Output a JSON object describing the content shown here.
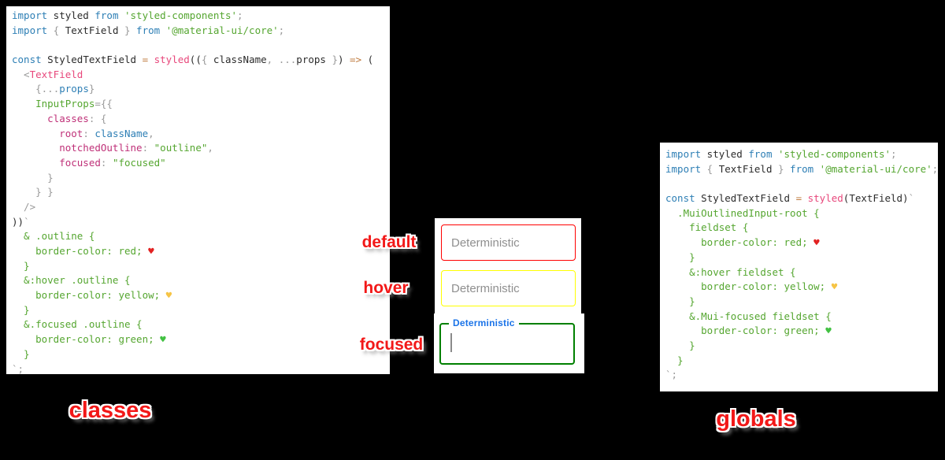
{
  "left_code": {
    "lines": [
      [
        [
          "kw",
          "import"
        ],
        [
          "t",
          " styled "
        ],
        [
          "kw",
          "from"
        ],
        [
          "s",
          " 'styled-components'"
        ],
        [
          "p",
          ";"
        ]
      ],
      [
        [
          "kw",
          "import"
        ],
        [
          "p",
          " { "
        ],
        [
          "t",
          "TextField"
        ],
        [
          "p",
          " } "
        ],
        [
          "kw",
          "from"
        ],
        [
          "s",
          " '@material-ui/core'"
        ],
        [
          "p",
          ";"
        ]
      ],
      [],
      [
        [
          "kw",
          "const"
        ],
        [
          "t",
          " StyledTextField "
        ],
        [
          "o",
          "="
        ],
        [
          "pk",
          " styled"
        ],
        [
          "t",
          "(("
        ],
        [
          "p",
          "{"
        ],
        [
          "t",
          " className"
        ],
        [
          "p",
          ","
        ],
        [
          "p",
          " ..."
        ],
        [
          "t",
          "props"
        ],
        [
          "p",
          " }"
        ],
        [
          "t",
          ")"
        ],
        [
          "o",
          " =>"
        ],
        [
          "t",
          " ("
        ]
      ],
      [
        [
          "p",
          "  <"
        ],
        [
          "pk",
          "TextField"
        ]
      ],
      [
        [
          "p",
          "    {"
        ],
        [
          "p",
          "..."
        ],
        [
          "v",
          "props"
        ],
        [
          "p",
          "}"
        ]
      ],
      [
        [
          "g",
          "    InputProps"
        ],
        [
          "p",
          "={{"
        ]
      ],
      [
        [
          "k",
          "      classes"
        ],
        [
          "p",
          ": {"
        ]
      ],
      [
        [
          "k",
          "        root"
        ],
        [
          "p",
          ": "
        ],
        [
          "v",
          "className"
        ],
        [
          "p",
          ","
        ]
      ],
      [
        [
          "k",
          "        notchedOutline"
        ],
        [
          "p",
          ": "
        ],
        [
          "s",
          "\"outline\""
        ],
        [
          "p",
          ","
        ]
      ],
      [
        [
          "k",
          "        focused"
        ],
        [
          "p",
          ": "
        ],
        [
          "s",
          "\"focused\""
        ]
      ],
      [
        [
          "p",
          "      }"
        ]
      ],
      [
        [
          "p",
          "    } }"
        ]
      ],
      [
        [
          "p",
          "  />"
        ]
      ],
      [
        [
          "t",
          "))"
        ],
        [
          "p",
          "`"
        ]
      ],
      [
        [
          "g",
          "  & .outline {"
        ]
      ],
      [
        [
          "g",
          "    border-color: red; "
        ],
        [
          "hr",
          "♥"
        ]
      ],
      [
        [
          "g",
          "  }"
        ]
      ],
      [
        [
          "g",
          "  &:hover .outline {"
        ]
      ],
      [
        [
          "g",
          "    border-color: yellow; "
        ],
        [
          "hy",
          "♥"
        ]
      ],
      [
        [
          "g",
          "  }"
        ]
      ],
      [
        [
          "g",
          "  &.focused .outline {"
        ]
      ],
      [
        [
          "g",
          "    border-color: green; "
        ],
        [
          "hg",
          "♥"
        ]
      ],
      [
        [
          "g",
          "  }"
        ]
      ],
      [
        [
          "p",
          "`;"
        ]
      ]
    ]
  },
  "right_code": {
    "lines": [
      [
        [
          "kw",
          "import"
        ],
        [
          "t",
          " styled "
        ],
        [
          "kw",
          "from"
        ],
        [
          "s",
          " 'styled-components'"
        ],
        [
          "p",
          ";"
        ]
      ],
      [
        [
          "kw",
          "import"
        ],
        [
          "p",
          " { "
        ],
        [
          "t",
          "TextField"
        ],
        [
          "p",
          " } "
        ],
        [
          "kw",
          "from"
        ],
        [
          "s",
          " '@material-ui/core'"
        ],
        [
          "p",
          ";"
        ]
      ],
      [],
      [
        [
          "kw",
          "const"
        ],
        [
          "t",
          " StyledTextField "
        ],
        [
          "o",
          "="
        ],
        [
          "pk",
          " styled"
        ],
        [
          "t",
          "(TextField)"
        ],
        [
          "p",
          "`"
        ]
      ],
      [
        [
          "g",
          "  .MuiOutlinedInput-root {"
        ]
      ],
      [
        [
          "g",
          "    fieldset {"
        ]
      ],
      [
        [
          "g",
          "      border-color: red; "
        ],
        [
          "hr",
          "♥"
        ]
      ],
      [
        [
          "g",
          "    }"
        ]
      ],
      [
        [
          "g",
          "    &:hover fieldset {"
        ]
      ],
      [
        [
          "g",
          "      border-color: yellow; "
        ],
        [
          "hy",
          "♥"
        ]
      ],
      [
        [
          "g",
          "    }"
        ]
      ],
      [
        [
          "g",
          "    &.Mui-focused fieldset {"
        ]
      ],
      [
        [
          "g",
          "      border-color: green; "
        ],
        [
          "hg",
          "♥"
        ]
      ],
      [
        [
          "g",
          "    }"
        ]
      ],
      [
        [
          "g",
          "  }"
        ]
      ],
      [
        [
          "p",
          "`;"
        ]
      ]
    ]
  },
  "demo": {
    "default_label": "default",
    "hover_label": "hover",
    "focused_label": "focused",
    "default_placeholder": "Deterministic",
    "hover_placeholder": "Deterministic",
    "focused_field_label": "Deterministic"
  },
  "captions": {
    "left": "classes",
    "right": "globals"
  },
  "colors": {
    "default_border": "#ff0000",
    "hover_border": "#ffff00",
    "focused_border": "#008000",
    "focused_label_blue": "#1a73e8",
    "label_red": "#f21818",
    "string_green": "#55a630",
    "keyword_blue": "#2e7fb5",
    "styled_pink": "#e8487c",
    "key_magenta": "#bf3078"
  }
}
